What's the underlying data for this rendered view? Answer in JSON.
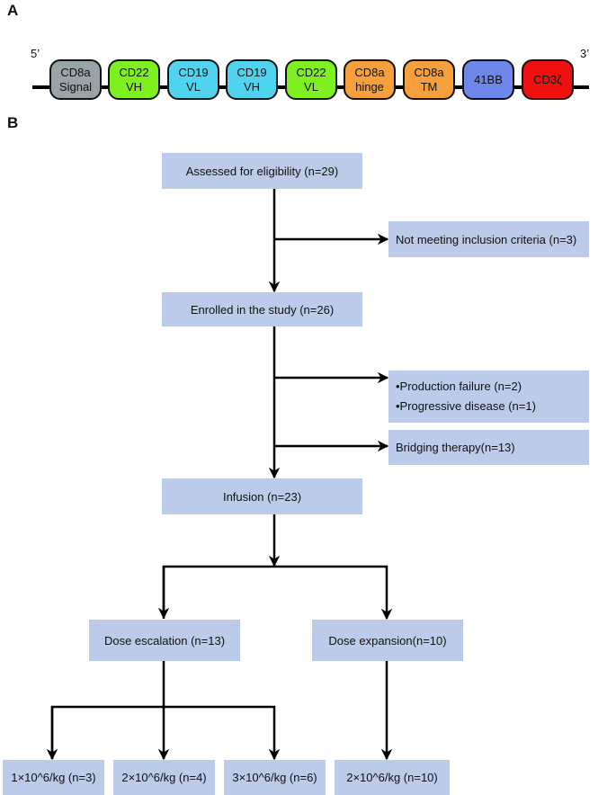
{
  "panel_a": {
    "label": "A",
    "five_prime": "5’",
    "three_prime": "3’",
    "domains": [
      {
        "line1": "CD8a",
        "line2": "Signal",
        "color": "#9aa3a8"
      },
      {
        "line1": "CD22",
        "line2": "VH",
        "color": "#7ef01f"
      },
      {
        "line1": "CD19",
        "line2": "VL",
        "color": "#4fd3ee"
      },
      {
        "line1": "CD19",
        "line2": "VH",
        "color": "#4fd3ee"
      },
      {
        "line1": "CD22",
        "line2": "VL",
        "color": "#7ef01f"
      },
      {
        "line1": "CD8a",
        "line2": "hinge",
        "color": "#f5a03c"
      },
      {
        "line1": "CD8a",
        "line2": "TM",
        "color": "#f5a03c"
      },
      {
        "line1": "41BB",
        "line2": "",
        "color": "#6f86ea"
      },
      {
        "line1": "CD3ζ",
        "line2": "",
        "color": "#f01010"
      }
    ]
  },
  "panel_b": {
    "label": "B",
    "box_color": "#bccbea",
    "assessed": "Assessed for eligibility (n=29)",
    "not_meeting": "Not meeting inclusion criteria (n=3)",
    "enrolled": "Enrolled in the study (n=26)",
    "exclusions": [
      "•Production failure (n=2)",
      "•Progressive disease (n=1)"
    ],
    "bridging": "Bridging therapy(n=13)",
    "infusion": "Infusion (n=23)",
    "dose_escalation": "Dose escalation (n=13)",
    "dose_expansion": "Dose expansion(n=10)",
    "dose_levels": [
      "1×10^6/kg (n=3)",
      "2×10^6/kg (n=4)",
      "3×10^6/kg (n=6)"
    ],
    "expansion_level": "2×10^6/kg (n=10)"
  }
}
